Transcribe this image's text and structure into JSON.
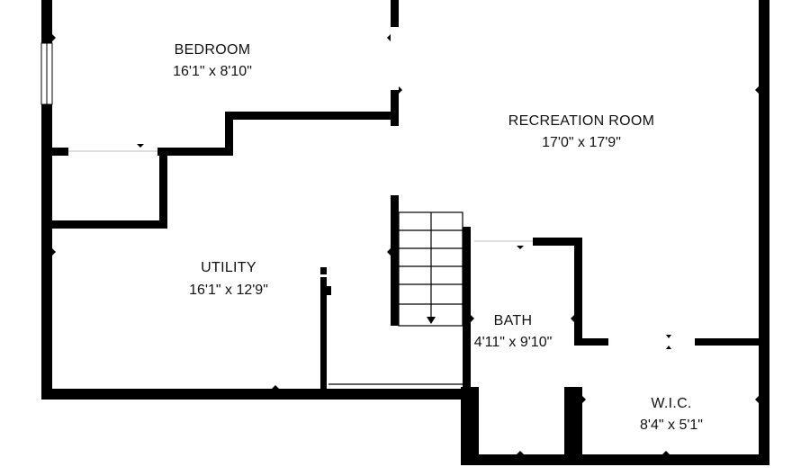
{
  "colors": {
    "wall": "#000000",
    "background": "#ffffff",
    "text": "#111111"
  },
  "rooms": {
    "bedroom": {
      "name": "BEDROOM",
      "dims": "16'1\" x 8'10\""
    },
    "recreation": {
      "name": "RECREATION ROOM",
      "dims": "17'0\" x 17'9\""
    },
    "utility": {
      "name": "UTILITY",
      "dims": "16'1\" x 12'9\""
    },
    "bath": {
      "name": "BATH",
      "dims": "4'11\" x 9'10\""
    },
    "wic": {
      "name": "W.I.C.",
      "dims": "8'4\" x 5'1\""
    }
  }
}
